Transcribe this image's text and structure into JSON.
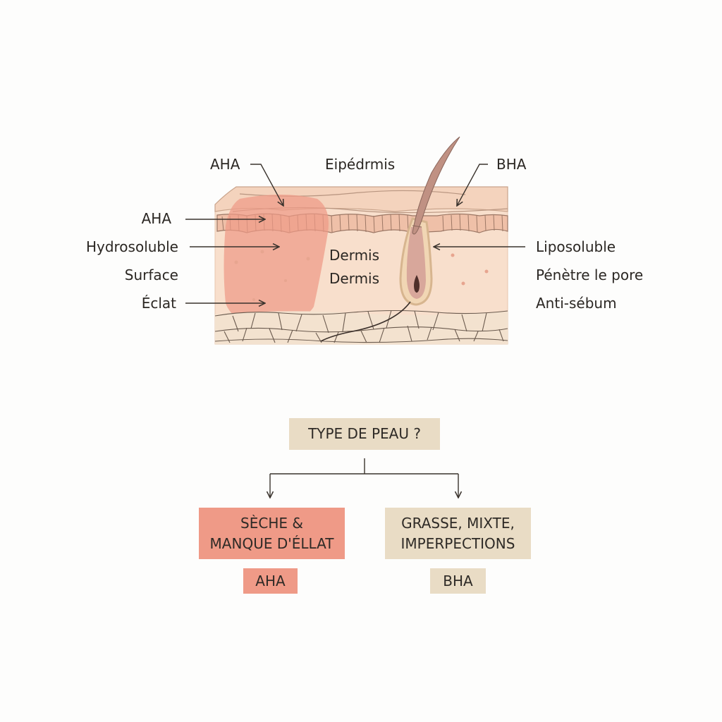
{
  "diagram": {
    "labels": {
      "aha_top": "AHA",
      "epidermis": "Eipédrmis",
      "bha_top": "BHA",
      "aha_left": "AHA",
      "hydrosoluble": "Hydrosoluble",
      "surface": "Surface",
      "eclat": "Éclat",
      "dermis_1": "Dermis",
      "dermis_2": "Dermis",
      "liposoluble": "Liposoluble",
      "penetre": "Pénètre le pore",
      "anti_sebum": "Anti-sébum"
    },
    "colors": {
      "aha_zone": "#ef9a87",
      "skin_base": "#f8dfcc",
      "surface_layer": "#f5d9c3",
      "hair": "#b07d70",
      "beige_box": "#e9dcc5",
      "salmon_box": "#ef9a87"
    }
  },
  "flowchart": {
    "question": "TYPE DE PEAU ?",
    "left_condition_line1": "SÈCHE &",
    "left_condition_line2": "MANQUE D'ÉLLAT",
    "right_condition_line1": "GRASSE, MIXTE,",
    "right_condition_line2": "IMPERPECTIONS",
    "left_result": "AHA",
    "right_result": "BHA"
  }
}
